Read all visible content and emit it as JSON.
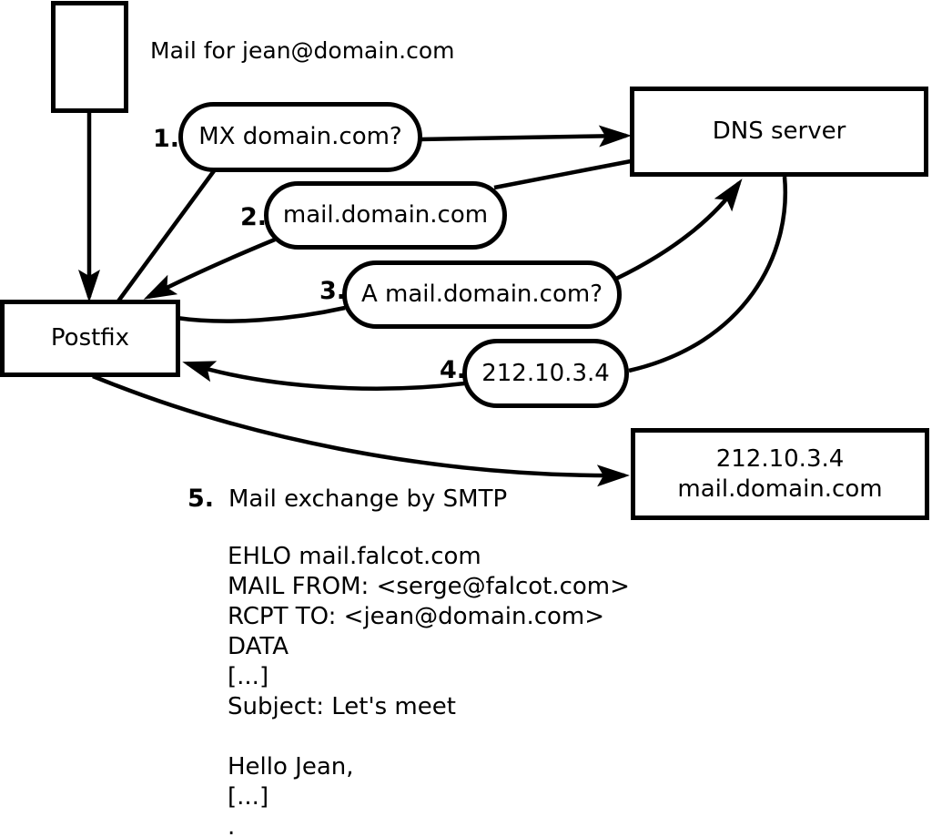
{
  "diagram": {
    "mail_note": "Mail for jean@domain.com",
    "nodes": {
      "postfix": {
        "label": "Postfix"
      },
      "dns_server": {
        "label": "DNS server"
      },
      "mail_server": {
        "line1": "212.10.3.4",
        "line2": "mail.domain.com"
      }
    },
    "steps": [
      {
        "num": "1.",
        "label": "MX domain.com?"
      },
      {
        "num": "2.",
        "label": "mail.domain.com"
      },
      {
        "num": "3.",
        "label": "A mail.domain.com?"
      },
      {
        "num": "4.",
        "label": "212.10.3.4"
      },
      {
        "num": "5.",
        "label": "Mail exchange by SMTP"
      }
    ],
    "smtp_session": [
      "EHLO mail.falcot.com",
      "MAIL FROM: <serge@falcot.com>",
      "RCPT TO: <jean@domain.com>",
      "DATA",
      "[...]",
      "Subject: Let's meet",
      "",
      "Hello Jean,",
      "[...]",
      "."
    ],
    "colors": {
      "stroke": "#000000",
      "background": "#ffffff"
    }
  }
}
